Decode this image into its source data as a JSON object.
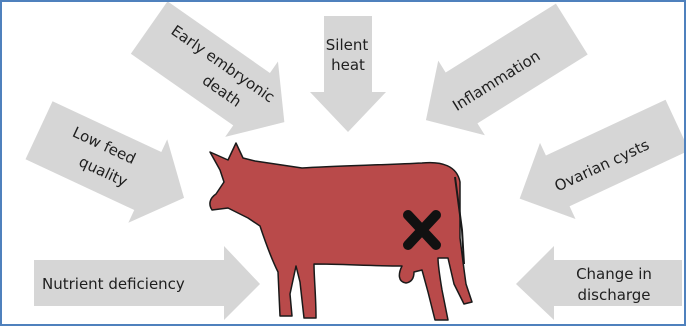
{
  "causes": {
    "early_embryonic_death": {
      "line1": "Early embryonic",
      "line2": "death"
    },
    "silent_heat": {
      "line1": "Silent",
      "line2": "heat"
    },
    "inflammation": {
      "label": "Inflammation"
    },
    "low_feed_quality": {
      "line1": "Low feed",
      "line2": "quality"
    },
    "ovarian_cysts": {
      "label": "Ovarian cysts"
    },
    "nutrient_deficiency": {
      "label": "Nutrient deficiency"
    },
    "change_in_discharge": {
      "line1": "Change in",
      "line2": "discharge"
    }
  },
  "colors": {
    "arrow_fill": "#d6d6d6",
    "cow_fill": "#b94a4a",
    "cow_stroke": "#1a1a1a",
    "mark": "#111111",
    "frame_border": "#4f81bd"
  },
  "icons": {
    "animal": "cow-silhouette-icon",
    "mark": "cross-mark-icon"
  }
}
